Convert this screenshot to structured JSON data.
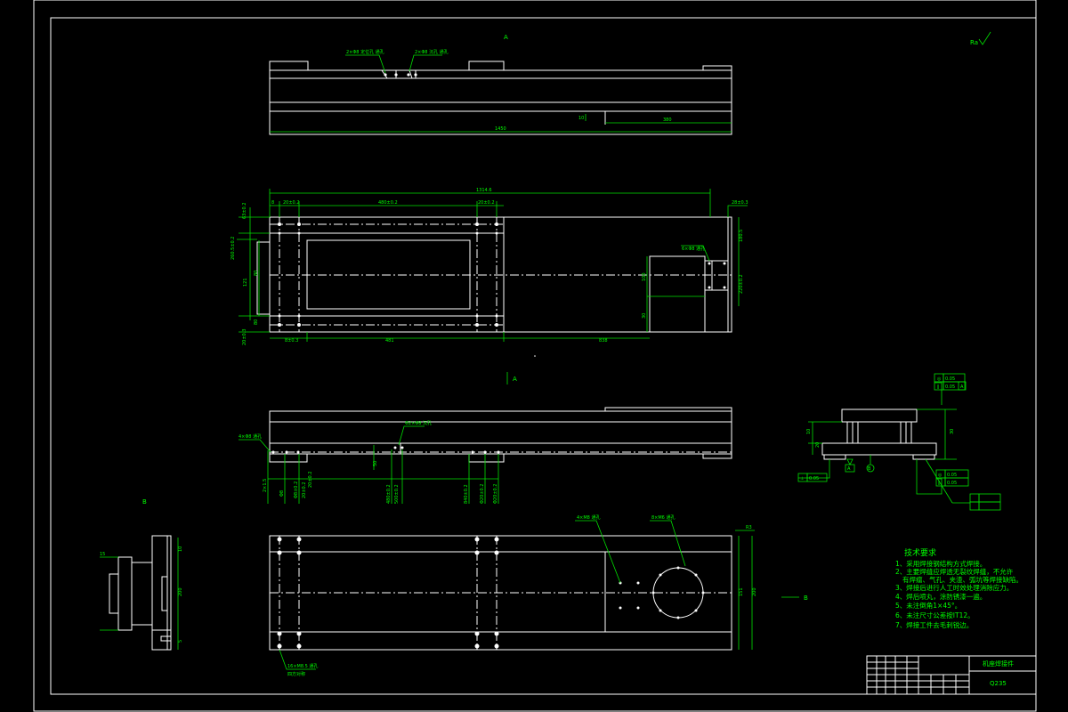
{
  "views": {
    "top": {
      "dims": [
        "1450",
        "10",
        "380"
      ],
      "notes": [
        "2×Φ8 定位孔 通孔",
        "2×Φ8 沉孔 通孔"
      ]
    },
    "plan": {
      "dims": [
        "1314.6",
        "8",
        "20±0.2",
        "480±0.2",
        "20±0.2",
        "28±0.3",
        "63±0.2",
        "260.5±0.2",
        "121",
        "80",
        "20±0.3",
        "80",
        "481",
        "838",
        "100",
        "30",
        "180.5",
        "220±0.2",
        "8±0.3"
      ],
      "note": "6×Φ8 通孔"
    },
    "front": {
      "dims": [
        "2×1.5",
        "Φ8",
        "50",
        "Φ8±0.2",
        "20±0.2",
        "20±0.2",
        "480±0.2",
        "500±0.2",
        "840±0.2",
        "Φ20±0.2",
        "Φ20±0.2"
      ],
      "notes": [
        "4×Φ8 通孔",
        "Φ2×Φ8 沉孔"
      ]
    },
    "bottom": {
      "dims": [
        "R3",
        "151",
        "200"
      ],
      "notes": [
        "4×M8 通孔",
        "8×M6 通孔",
        "16×M8.5 通孔",
        "四方对称"
      ]
    },
    "side": {
      "dims": [
        "10",
        "15",
        "200",
        "5"
      ]
    }
  },
  "section_labels": {
    "a": "A",
    "b": "A",
    "c": "B",
    "d": "B"
  },
  "roughness": "Ra",
  "detail": {
    "dims": [
      "10",
      "20",
      "30"
    ],
    "gdt": [
      [
        "◎",
        "0.05",
        "A"
      ],
      [
        "∥",
        "0.05",
        "A"
      ],
      [
        "⊥",
        "0.05",
        "B"
      ],
      [
        "◎",
        "0.05",
        "A"
      ],
      [
        "∥",
        "0.05",
        "B"
      ]
    ],
    "datums": [
      "A",
      "B"
    ]
  },
  "tech": {
    "title": "技术要求",
    "items": [
      "1、采用焊接钢结构方式焊接。",
      "2、主要焊缝应焊透无裂纹焊缝，不允许",
      "有焊瘤、气孔、夹渣、弧坑等焊接缺陷。",
      "3、焊接后进行人工时效处理消除应力。",
      "4、焊后喷丸，涂防锈漆一遍。",
      "5、未注倒角1×45°。",
      "6、未注尺寸公差按IT12。",
      "7、焊接工件去毛刺锐边。"
    ]
  },
  "title_block": {
    "name": "机座焊接件",
    "material": "Q235"
  }
}
